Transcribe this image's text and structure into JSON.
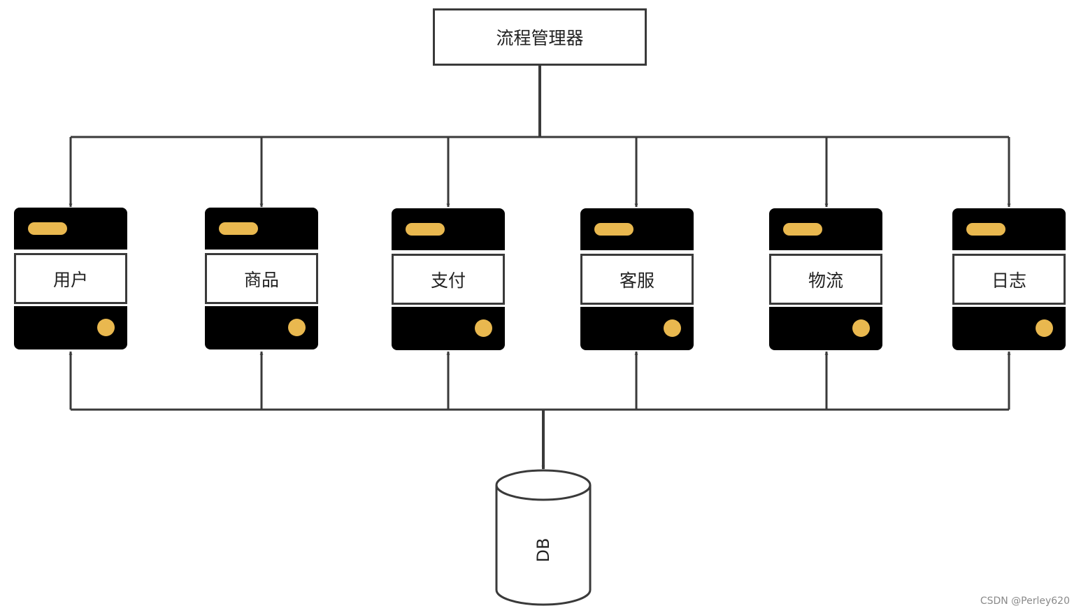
{
  "manager": {
    "label": "流程管理器"
  },
  "services": [
    {
      "label": "用户"
    },
    {
      "label": "商品"
    },
    {
      "label": "支付"
    },
    {
      "label": "客服"
    },
    {
      "label": "物流"
    },
    {
      "label": "日志"
    }
  ],
  "database": {
    "label": "DB"
  },
  "watermark": "CSDN @Perley620",
  "colors": {
    "line": "#3a3a3a",
    "server_body": "#000000",
    "indicator": "#e9b84f"
  }
}
